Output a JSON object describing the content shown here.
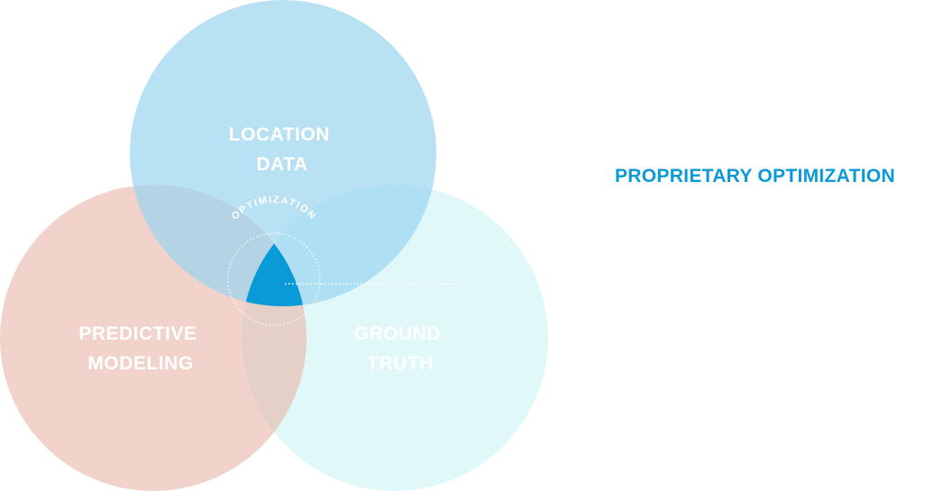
{
  "circles": {
    "location": {
      "line1": "LOCATION",
      "line2": "DATA",
      "color": "#9ad4ef"
    },
    "predictive": {
      "line1": "PREDICTIVE",
      "line2": "MODELING",
      "color": "#e8b6a8"
    },
    "ground": {
      "line1": "GROUND",
      "line2": "TRUTH",
      "color": "#c6f3f2"
    }
  },
  "center": {
    "ring_label": "OPTIMIZATION",
    "highlight_color": "#0a9ad8"
  },
  "callout": {
    "text": "PROPRIETARY OPTIMIZATION",
    "color": "#0a9ad8"
  }
}
